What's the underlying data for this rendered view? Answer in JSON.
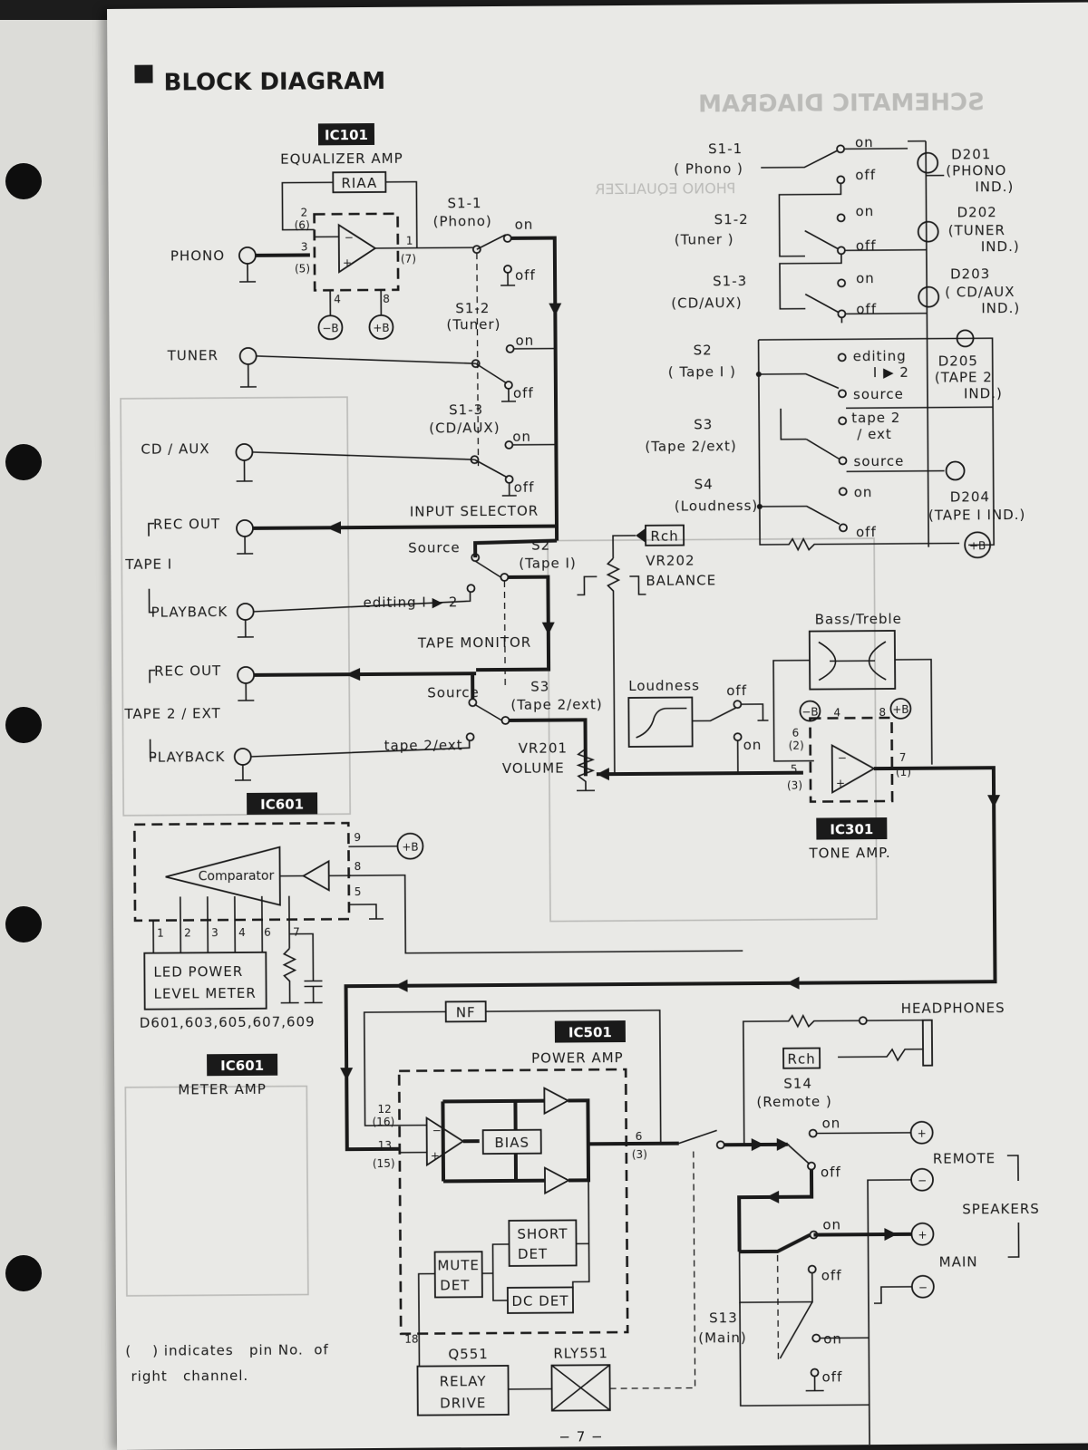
{
  "header": {
    "title": "BLOCK DIAGRAM",
    "bleed_title": "SCHEMATIC DIAGRAM",
    "bleed_subtitle": "PHONO EQUALIZER"
  },
  "ic101": {
    "tag": "IC101",
    "name": "EQUALIZER AMP",
    "riaa": "RIAA",
    "pins": [
      "2",
      "(6)",
      "3",
      "(5)",
      "1",
      "(7)",
      "4",
      "8"
    ],
    "minus_b": "−B",
    "plus_b": "+B"
  },
  "inputs": {
    "phono": "PHONO",
    "tuner": "TUNER",
    "cd_aux": "CD / AUX"
  },
  "s1": {
    "s1_1": {
      "name": "S1-1",
      "sub": "(Phono)",
      "on": "on",
      "off": "off"
    },
    "s1_2": {
      "name": "S1-2",
      "sub": "(Tuner)",
      "on": "on",
      "off": "off"
    },
    "s1_3": {
      "name": "S1-3",
      "sub": "(CD/AUX)",
      "on": "on",
      "off": "off"
    },
    "input_selector": "INPUT SELECTOR"
  },
  "tape": {
    "tape1": "TAPE I",
    "rec_out_1": "REC OUT",
    "playback_1": "PLAYBACK",
    "tape2": "TAPE 2 / EXT",
    "rec_out_2": "REC OUT",
    "playback_2": "PLAYBACK",
    "s2": {
      "name": "S2",
      "sub": "(Tape I)",
      "source": "Source",
      "editing": "editing  I ▶ 2"
    },
    "tape_monitor": "TAPE MONITOR",
    "s3": {
      "name": "S3",
      "sub": "(Tape 2/ext)",
      "source": "Source",
      "tape2ext": "tape 2/ext"
    }
  },
  "balance": {
    "rch": "Rch",
    "vr": "VR202",
    "label": "BALANCE"
  },
  "volume": {
    "vr": "VR201",
    "label": "VOLUME"
  },
  "loudness": {
    "label": "Loudness",
    "off": "off",
    "on": "on"
  },
  "tone": {
    "tag": "IC301",
    "name": "TONE AMP.",
    "bass_treble": "Bass/Treble",
    "pins": [
      "6",
      "(2)",
      "4",
      "8",
      "5",
      "(3)",
      "7",
      "(1)"
    ],
    "minus_b": "−B",
    "plus_b": "+B"
  },
  "indicators": {
    "s1_1": {
      "name": "S1-1",
      "sub": "( Phono )",
      "on": "on",
      "off": "off"
    },
    "s1_2": {
      "name": "S1-2",
      "sub": "(Tuner )",
      "on": "on",
      "off": "off"
    },
    "s1_3": {
      "name": "S1-3",
      "sub": "(CD/AUX)",
      "on": "on",
      "off": "off"
    },
    "s2": {
      "name": "S2",
      "sub": "( Tape I )",
      "editing": "editing",
      "i2": "I ▶ 2",
      "source": "source"
    },
    "s3": {
      "name": "S3",
      "sub": "(Tape 2/ext)",
      "tape2": "tape 2",
      "ext": "/ ext",
      "source": "source"
    },
    "s4": {
      "name": "S4",
      "sub": "(Loudness)",
      "on": "on",
      "off": "off"
    },
    "d201": {
      "name": "D201",
      "l1": "(PHONO",
      "l2": "IND.)"
    },
    "d202": {
      "name": "D202",
      "l1": "(TUNER",
      "l2": "IND.)"
    },
    "d203": {
      "name": "D203",
      "l1": "( CD/AUX",
      "l2": "IND.)"
    },
    "d205": {
      "name": "D205",
      "l1": "(TAPE 2",
      "l2": "IND.)"
    },
    "d204": {
      "name": "D204",
      "l1": "(TAPE I IND.)"
    },
    "plus_b": "+B"
  },
  "meter": {
    "tag": "IC601",
    "comparator": "Comparator",
    "pins": [
      "9",
      "8",
      "5",
      "1",
      "2",
      "3",
      "4",
      "6",
      "7"
    ],
    "plus_b": "+B",
    "led_line1": "LED POWER",
    "led_line2": "LEVEL METER",
    "diodes": "D601,603,605,607,609",
    "tag2": "IC601",
    "name2": "METER AMP"
  },
  "power": {
    "tag": "IC501",
    "name": "POWER AMP",
    "nf": "NF",
    "bias": "BIAS",
    "pins": [
      "12",
      "(16)",
      "13",
      "(15)",
      "6",
      "(3)",
      "18"
    ],
    "short_det1": "SHORT",
    "short_det2": "DET",
    "mute_det1": "MUTE",
    "mute_det2": "DET",
    "dc_det": "DC DET",
    "q551": "Q551",
    "relay1": "RELAY",
    "relay2": "DRIVE",
    "rly551": "RLY551"
  },
  "output": {
    "headphones": "HEADPHONES",
    "rch": "Rch",
    "s14": "S14",
    "s14_sub": "(Remote )",
    "on": "on",
    "off": "off",
    "remote": "REMOTE",
    "speakers": "SPEAKERS",
    "main": "MAIN",
    "s13": "S13",
    "s13_sub": "(Main)"
  },
  "footnote": {
    "line1": "(    ) indicates   pin No.  of",
    "line2": "right   channel."
  },
  "page_number": "− 7 −"
}
